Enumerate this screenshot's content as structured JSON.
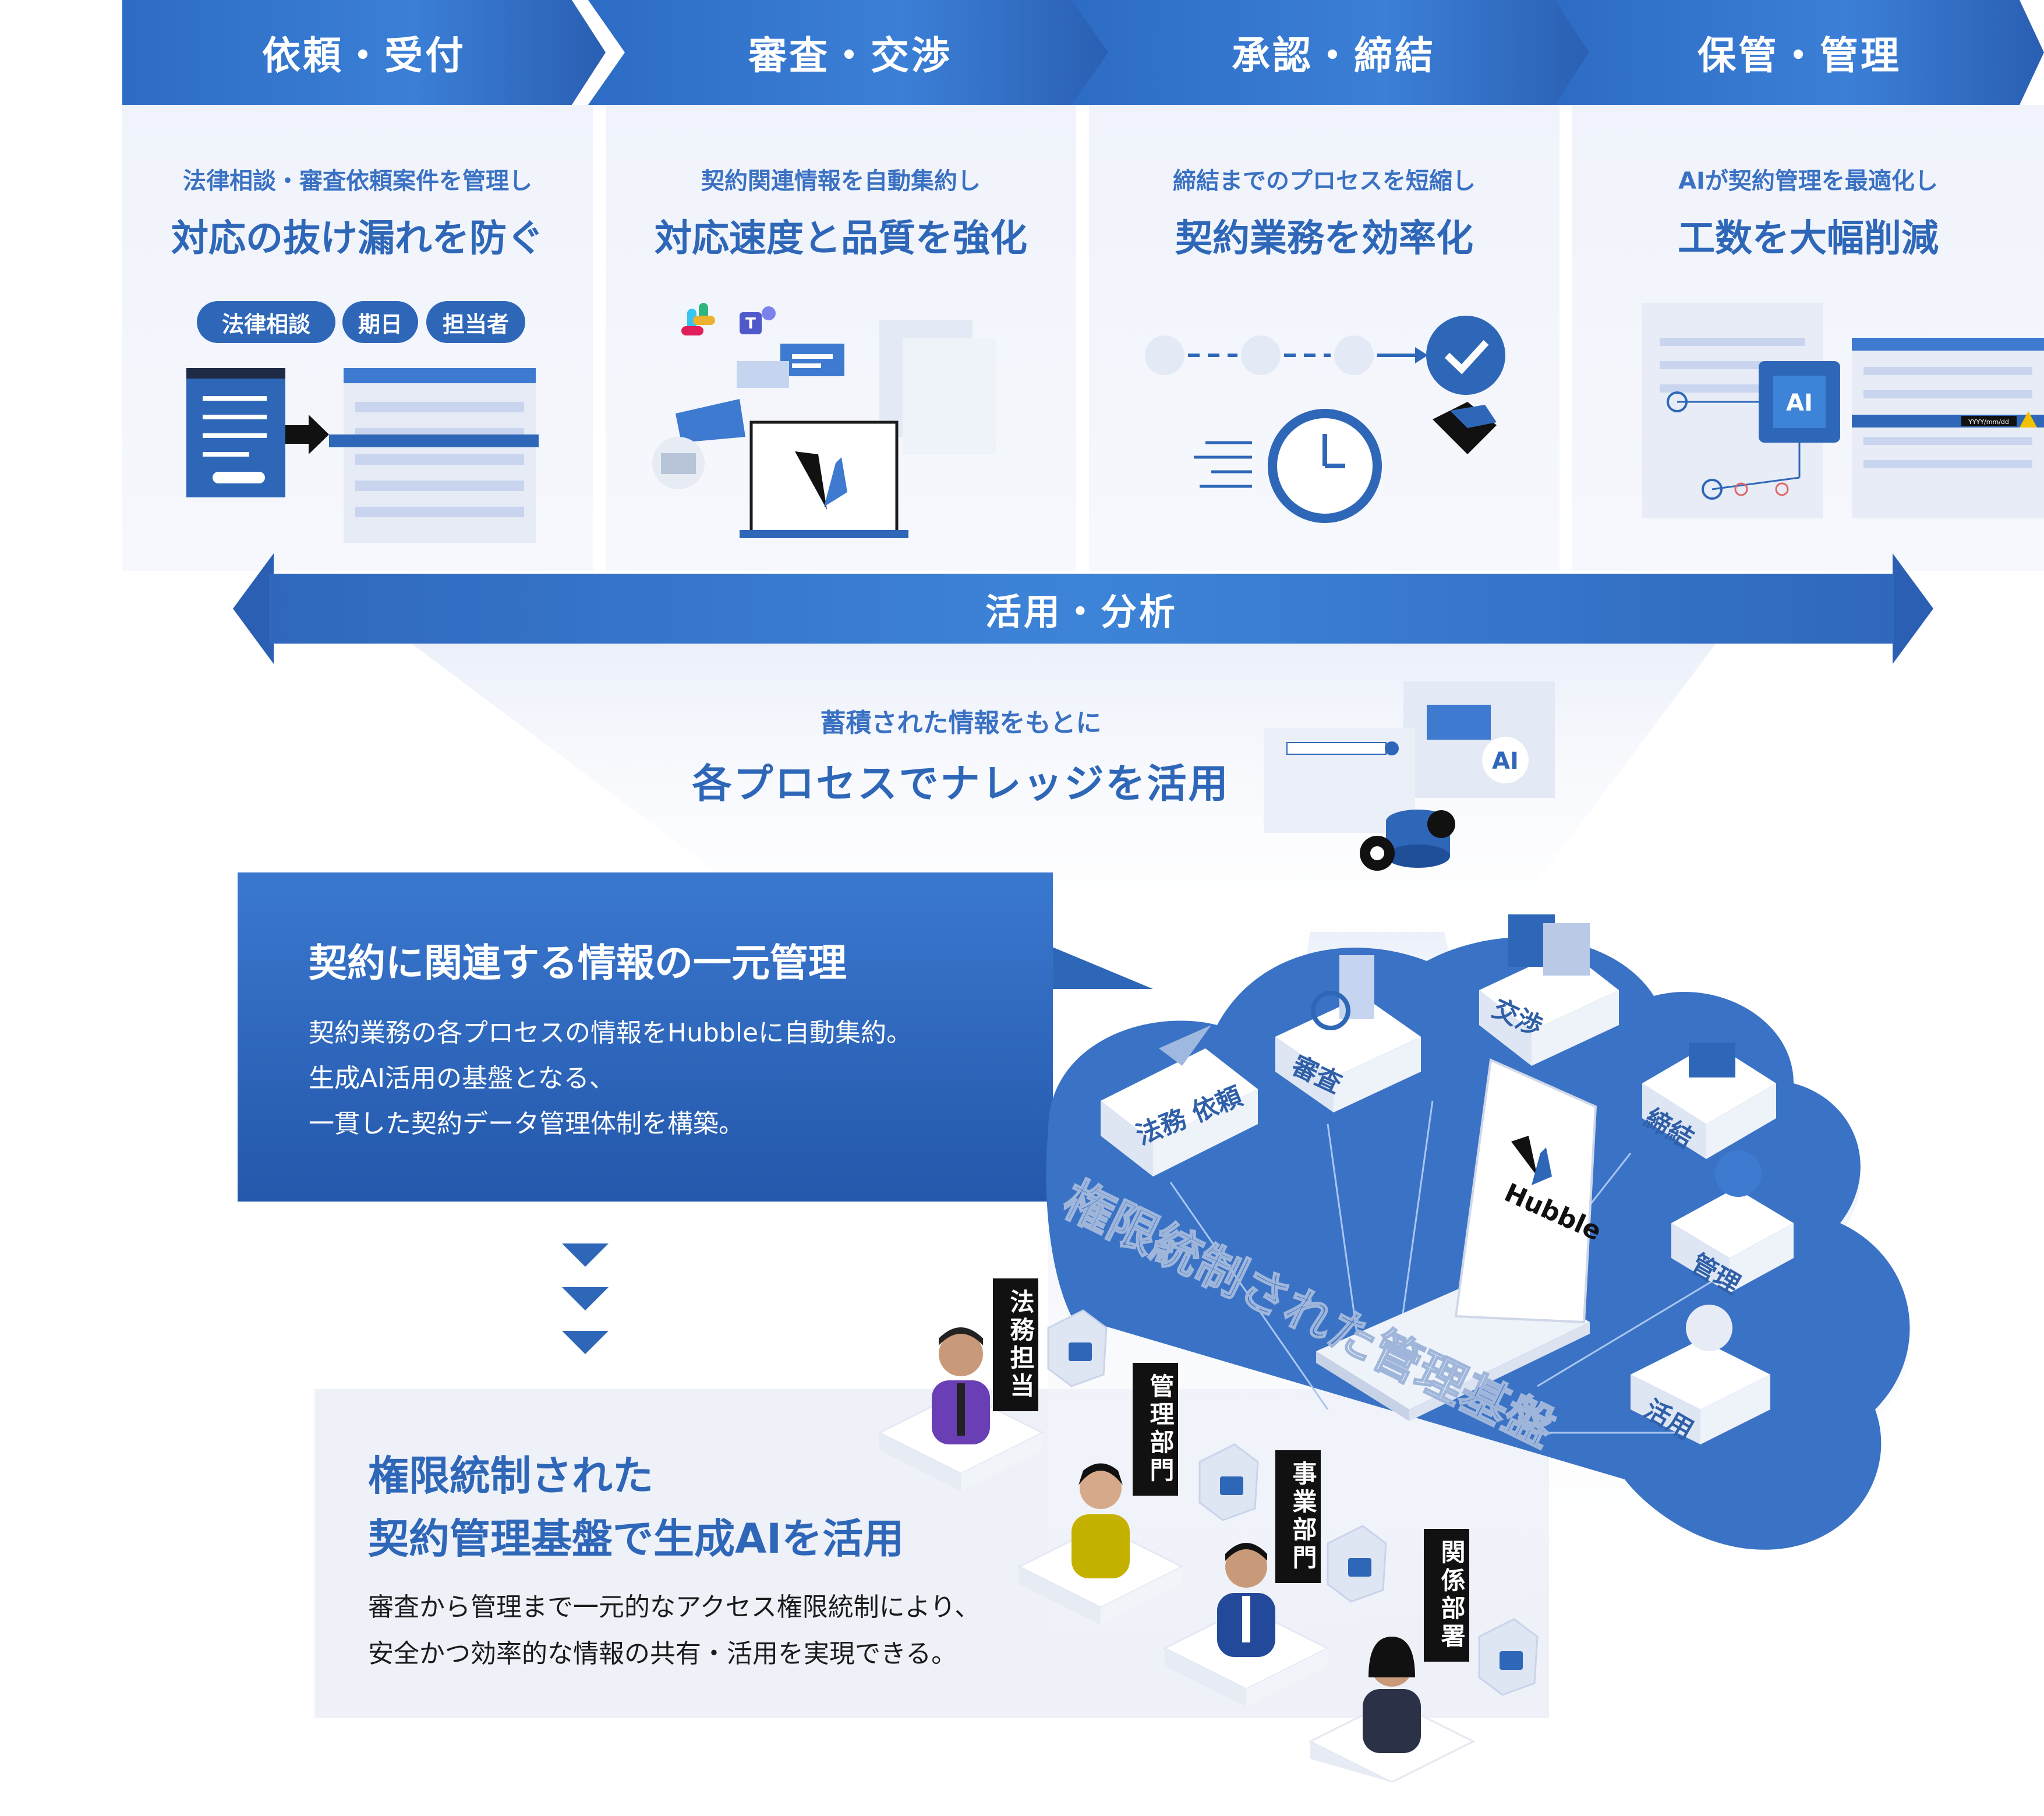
{
  "stages": [
    {
      "title": "依頼・受付",
      "sub": "法律相談・審査依頼案件を管理し",
      "main": "対応の抜け漏れを防ぐ"
    },
    {
      "title": "審査・交渉",
      "sub": "契約関連情報を自動集約し",
      "main": "対応速度と品質を強化"
    },
    {
      "title": "承認・締結",
      "sub": "締結までのプロセスを短縮し",
      "main": "契約業務を効率化"
    },
    {
      "title": "保管・管理",
      "sub": "AIが契約管理を最適化し",
      "main": "工数を大幅削減"
    }
  ],
  "intake_tags": [
    "法律相談",
    "期日",
    "担当者"
  ],
  "ai_chip_label": "AI",
  "ai_date_label": "YYYY/mm/dd",
  "band_label": "活用・分析",
  "knowledge": {
    "sub": "蓄積された情報をもとに",
    "main": "各プロセスでナレッジを活用",
    "ai_bubble": "AI"
  },
  "info": {
    "title": "契約に関連する情報の一元管理",
    "body": "契約業務の各プロセスの情報をHubbleに自動集約。\n 生成AI活用の基盤となる、\n一貫した契約データ管理体制を構築。"
  },
  "cloud": {
    "modules": [
      "法務 依頼",
      "審査",
      "交渉",
      "締結",
      "管理",
      "活用"
    ],
    "laptop_brand": "Hubble",
    "platform_label": "権限統制された管理基盤"
  },
  "departments": [
    "法務担当",
    "管理部門",
    "事業部門",
    "関係部署"
  ],
  "governance": {
    "title_line1": "権限統制された",
    "title_line2": "契約管理基盤で生成AIを活用",
    "body_line1": "審査から管理まで一元的なアクセス権限統制により、",
    "body_line2": "安全かつ効率的な情報の共有・活用を実現できる。"
  },
  "colors": {
    "primary": "#2f67b8",
    "accent": "#3d84d8",
    "panel": "#f0f3fb",
    "dark": "#111111"
  }
}
